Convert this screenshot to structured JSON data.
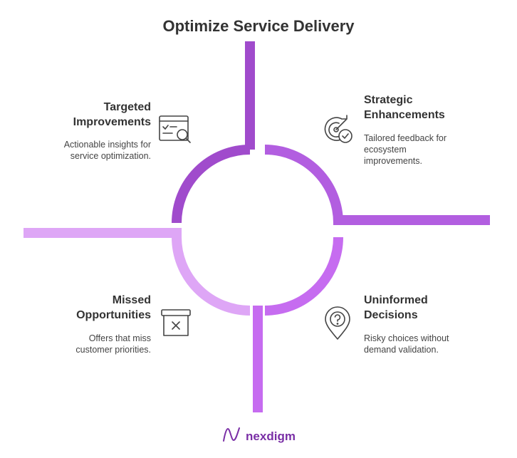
{
  "title": "Optimize Service Delivery",
  "colors": {
    "top_left": "#a04bcc",
    "top_right": "#b25ee0",
    "bottom_left": "#dea6f6",
    "bottom_right": "#c66cf0",
    "brand": "#7a2fa6"
  },
  "quadrants": {
    "top_left": {
      "title_line1": "Targeted",
      "title_line2": "Improvements",
      "desc_line1": "Actionable insights for",
      "desc_line2": "service optimization.",
      "icon": "search-document-icon"
    },
    "top_right": {
      "title_line1": "Strategic",
      "title_line2": "Enhancements",
      "desc_line1": "Tailored feedback for",
      "desc_line2": "ecosystem",
      "desc_line3": "improvements.",
      "icon": "target-check-icon"
    },
    "bottom_left": {
      "title_line1": "Missed",
      "title_line2": "Opportunities",
      "desc_line1": "Offers that miss",
      "desc_line2": "customer priorities.",
      "icon": "archive-x-icon"
    },
    "bottom_right": {
      "title_line1": "Uninformed",
      "title_line2": "Decisions",
      "desc_line1": "Risky choices without",
      "desc_line2": "demand validation.",
      "icon": "question-pin-icon"
    }
  },
  "brand": {
    "name": "nexdigm",
    "icon": "nexdigm-logo-icon"
  }
}
